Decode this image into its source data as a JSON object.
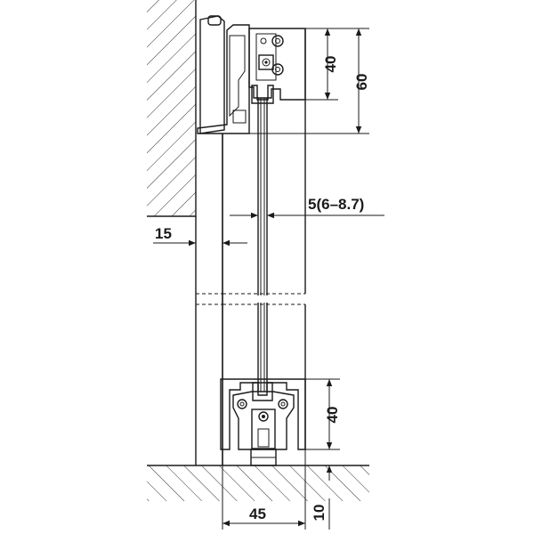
{
  "dimensions": {
    "top_fitting_height": "40",
    "total_top_height": "60",
    "glass_thickness": "5(6–8.7)",
    "wall_offset": "15",
    "bottom_guide_height": "40",
    "bottom_guide_width": "45",
    "floor_clearance": "10"
  },
  "colors": {
    "line": "#1a1a1a",
    "profile_fill": "#e6e6e6",
    "dark_fill": "#8c8c8c",
    "background": "#ffffff"
  }
}
